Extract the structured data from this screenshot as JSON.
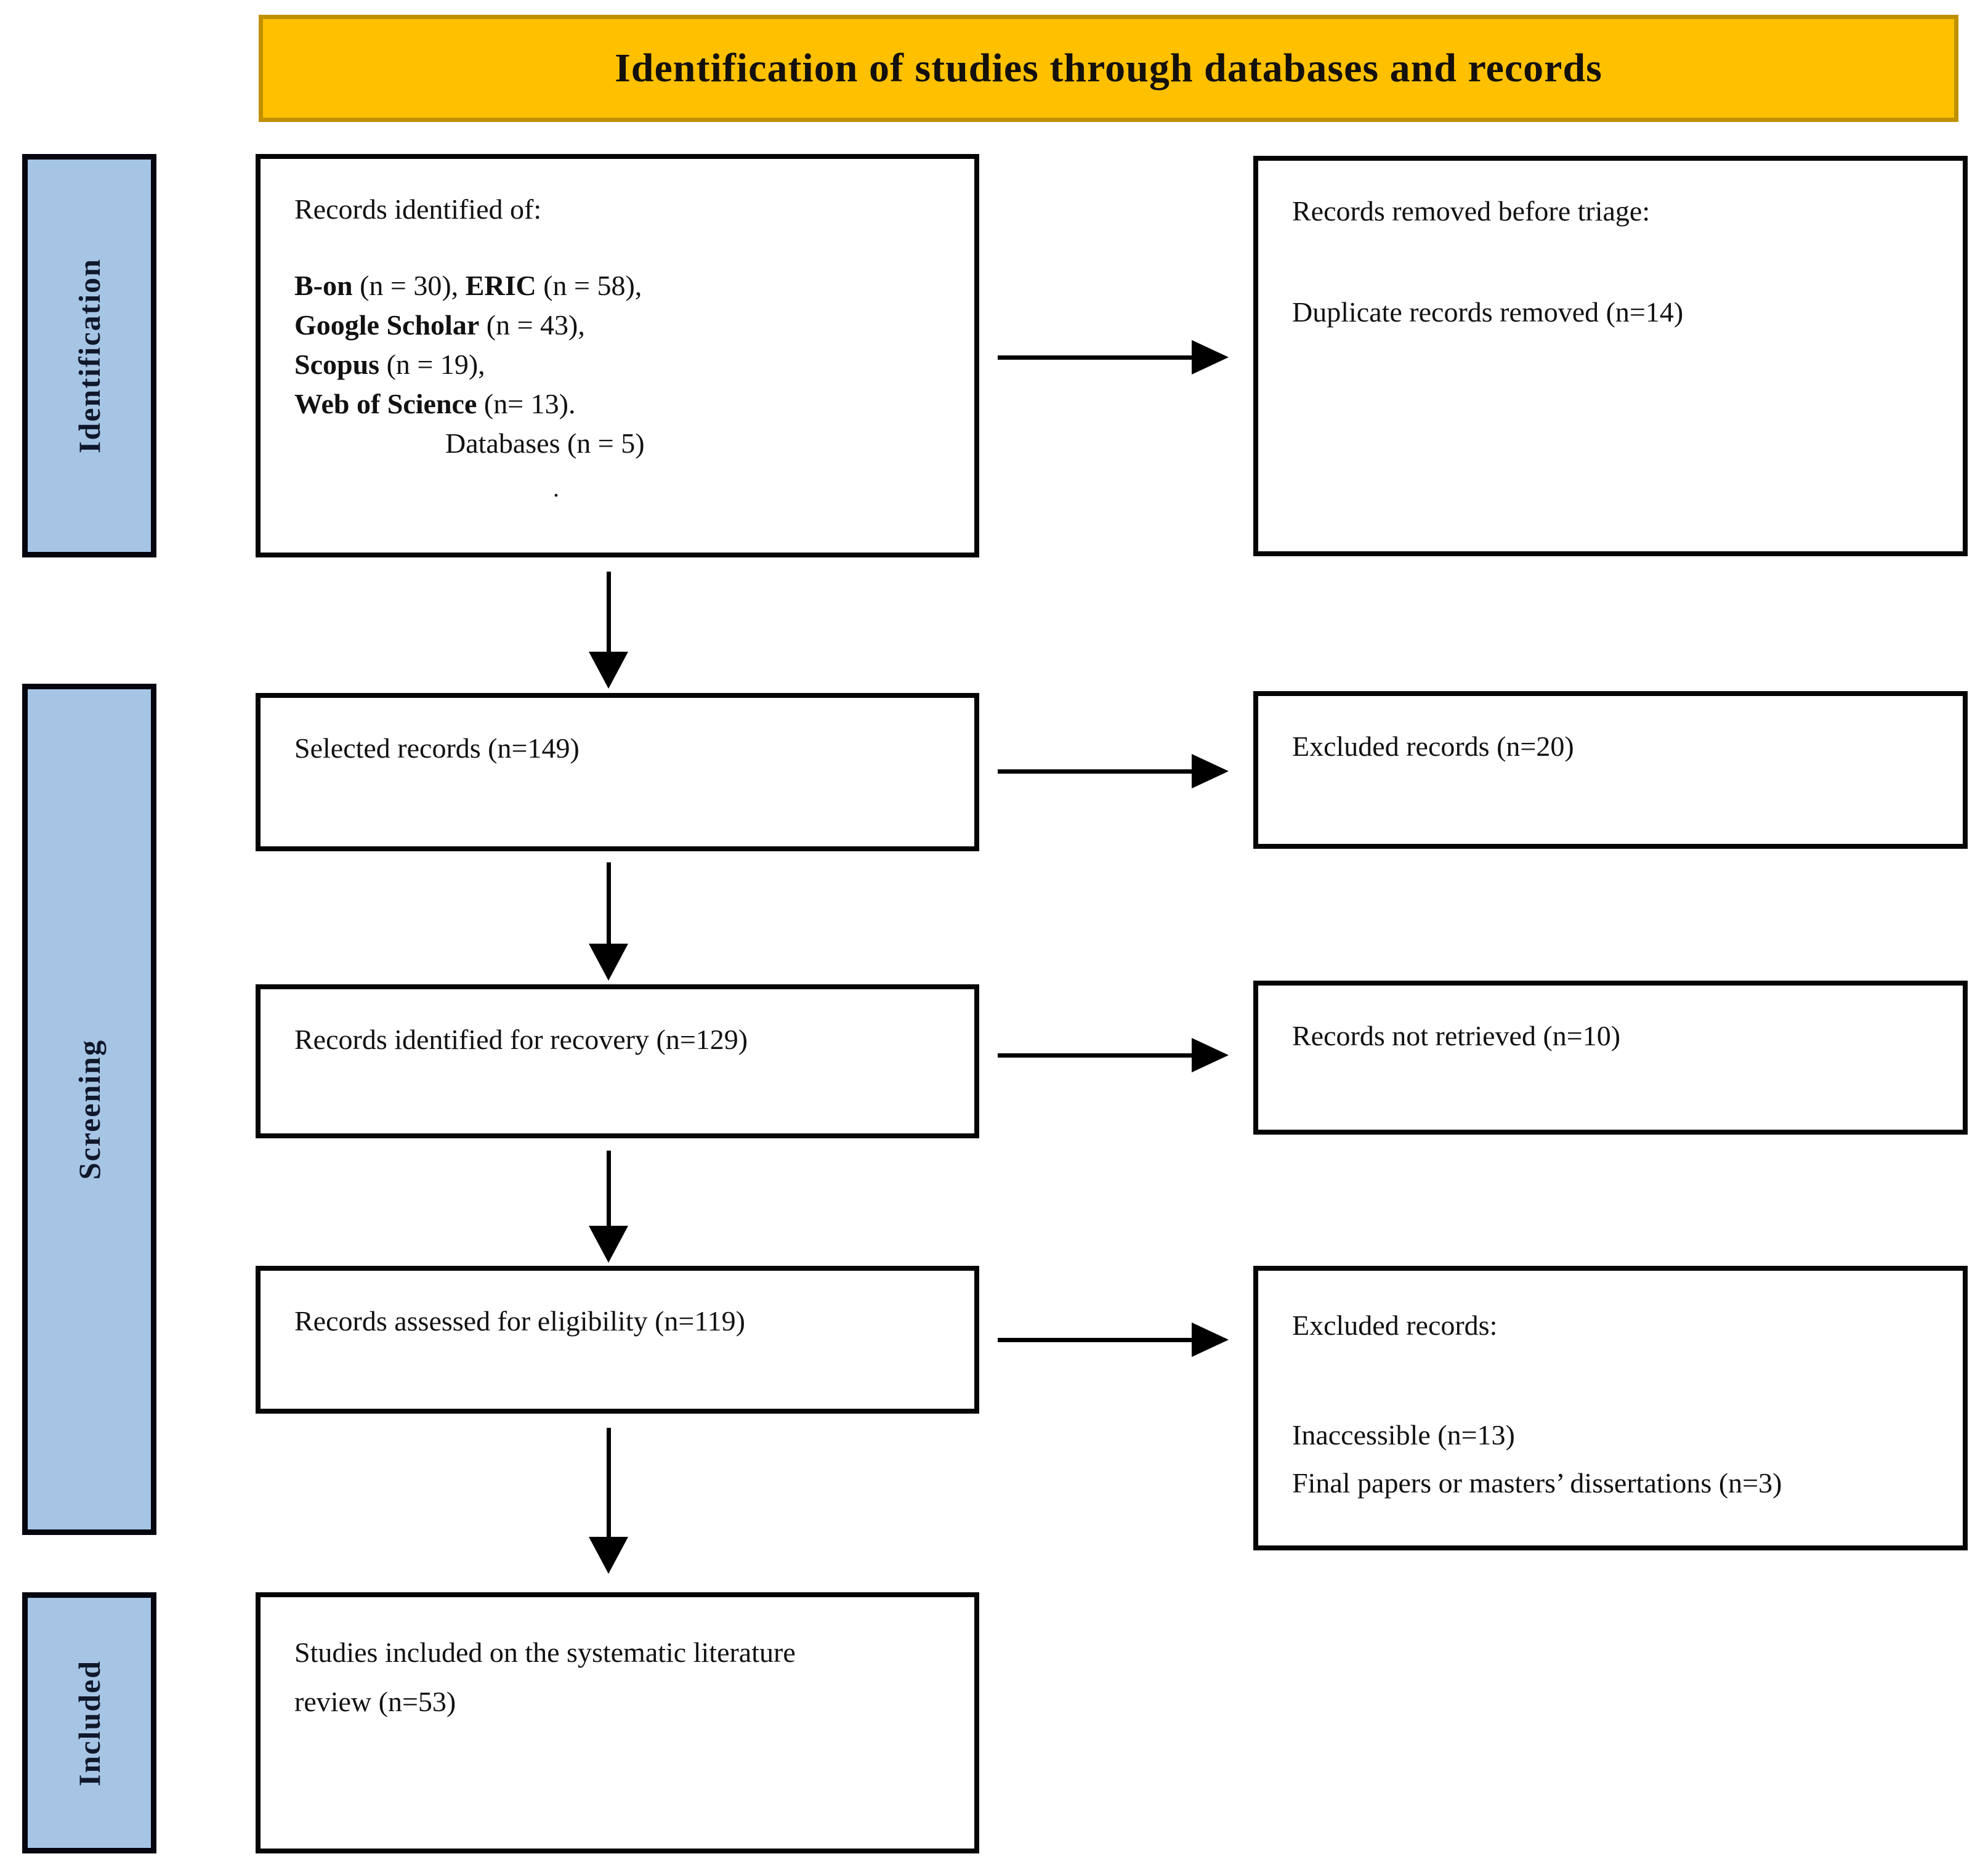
{
  "banner": {
    "title": "Identification of studies through databases and records"
  },
  "stages": [
    {
      "label": "Identification"
    },
    {
      "label": "Screening"
    },
    {
      "label": "Included"
    }
  ],
  "boxes": {
    "identified": {
      "title": "Records identified of:",
      "lines": [
        {
          "b1": "B-on",
          "t1": " (n = 30), ",
          "b2": "ERIC",
          "t2": " (n = 58),"
        },
        {
          "b1": "Google Scholar",
          "t1": " (n = 43),"
        },
        {
          "b1": "Scopus",
          "t1": " (n = 19),"
        },
        {
          "b1": "Web of Science",
          "t1": " (n= 13)."
        }
      ],
      "databases": "Databases (n = 5)",
      "stray_dot": "."
    },
    "removed": {
      "title": "Records removed before triage:",
      "line": "Duplicate records removed (n=14)"
    },
    "selected": {
      "line": "Selected records (n=149)"
    },
    "excluded": {
      "line": "Excluded records (n=20)"
    },
    "recovery": {
      "line": "Records identified for recovery (n=129)"
    },
    "not_retrieved": {
      "line": "Records not retrieved (n=10)"
    },
    "assessed": {
      "line": "Records assessed for eligibility (n=119)"
    },
    "excluded_full": {
      "title": "Excluded records:",
      "lines": [
        "Inaccessible (n=13)",
        "Final papers or masters’ dissertations (n=3)"
      ]
    },
    "included": {
      "line": "Studies included on the systematic literature review (n=53)"
    }
  },
  "colors": {
    "banner_bg": "#FFC000",
    "banner_border": "#BF9000",
    "stage_bg": "#A6C5E5",
    "box_border": "#050505"
  }
}
